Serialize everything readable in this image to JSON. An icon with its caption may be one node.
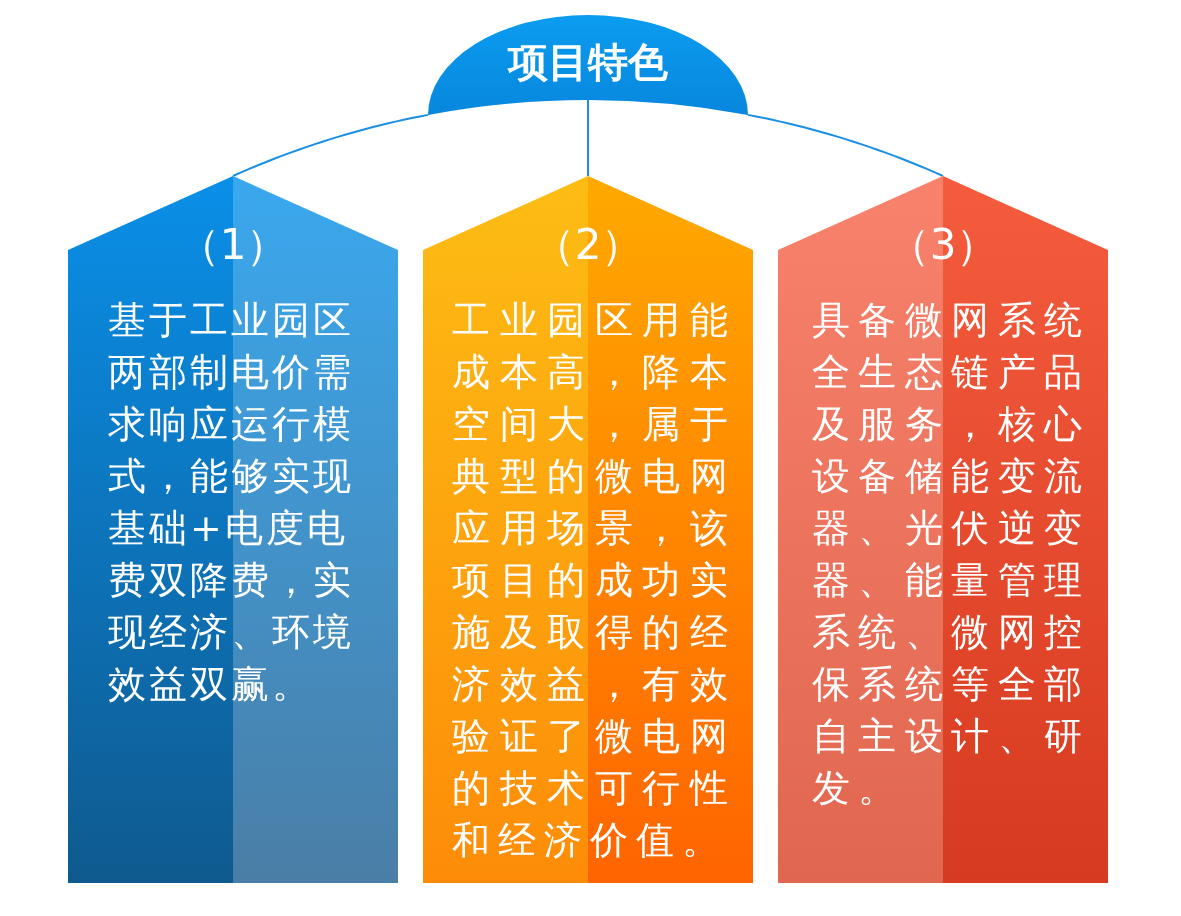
{
  "diagram": {
    "nodes": [
      {
        "text": [
          "项目特色"
        ]
      },
      {
        "text": [
          "（1）",
          "基于工业园区两部制电价需求响应运行模式，能够实现基础+电度电费双降费，实现经济、环境效益双赢。"
        ]
      },
      {
        "text": [
          "（2）",
          "工业园区用能成本高，降本空间大，属于典型的微电网应用场景，该项目的成功实施及取得的经济效益，有效验证了微电网的技术可行性和经济价值。"
        ]
      },
      {
        "text": [
          "（3）",
          "具备微网系统全生态链产品及服务，核心设备储能变流器、光伏逆变器、能量管理系统、微网控保系统等全部自主设计、研发。"
        ]
      }
    ],
    "edges": [
      {
        "from": 0,
        "to": 1,
        "arrow": "none"
      },
      {
        "from": 0,
        "to": 2,
        "arrow": "none"
      },
      {
        "from": 0,
        "to": 3,
        "arrow": "none"
      }
    ]
  }
}
